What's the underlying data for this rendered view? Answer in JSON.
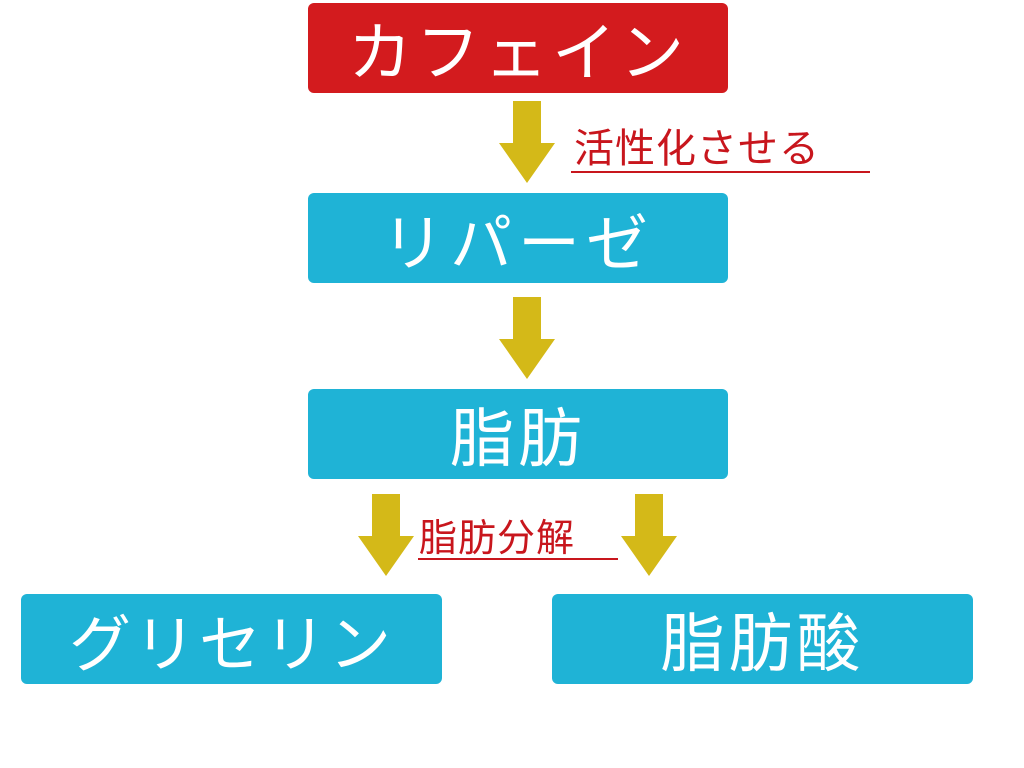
{
  "colors": {
    "red_box": "#d31b1e",
    "blue_box": "#1fb3d6",
    "arrow": "#d4b918",
    "label_text": "#c8161d",
    "box_text": "#ffffff"
  },
  "nodes": {
    "caffeine": "カフェイン",
    "lipase": "リパーゼ",
    "fat": "脂肪",
    "glycerin": "グリセリン",
    "fatty_acid": "脂肪酸"
  },
  "edge_labels": {
    "activate": "活性化させる",
    "lipolysis": "脂肪分解"
  },
  "arrows": [
    {
      "from": "caffeine",
      "to": "lipase",
      "label": "activate"
    },
    {
      "from": "lipase",
      "to": "fat"
    },
    {
      "from": "fat",
      "to": "glycerin",
      "label": "lipolysis"
    },
    {
      "from": "fat",
      "to": "fatty_acid",
      "label": "lipolysis"
    }
  ]
}
